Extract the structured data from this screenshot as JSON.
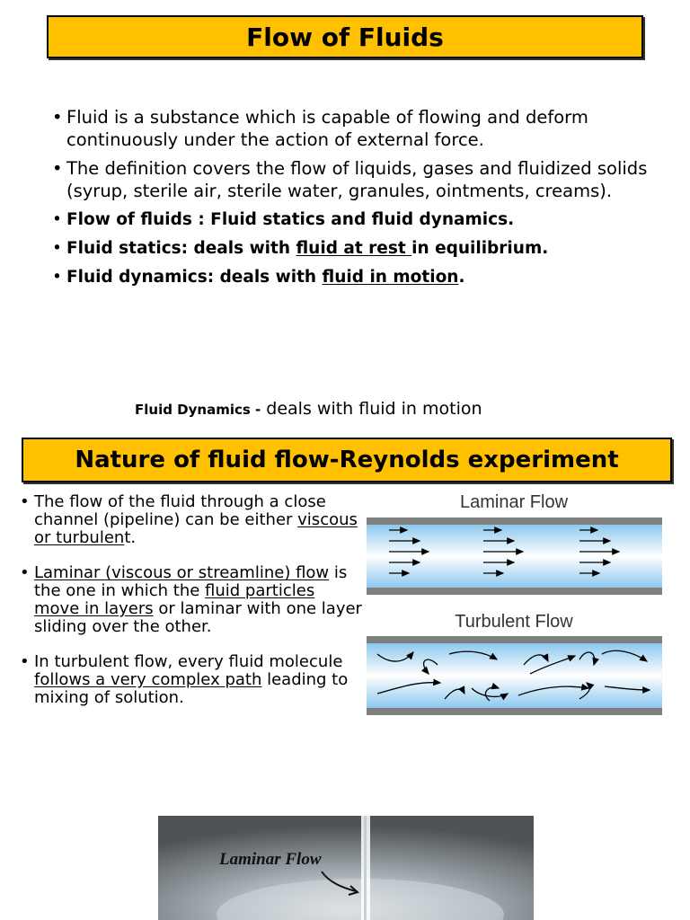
{
  "slide1": {
    "title": "Flow of Fluids",
    "b1": "Fluid is a substance which is capable of flowing and deform continuously under the action of external force.",
    "b2": "The definition covers the flow of liquids, gases and fluidized solids (syrup, sterile air, sterile water, granules, ointments, creams).",
    "b3": "Flow of fluids : Fluid statics and fluid dynamics.",
    "b4_pre": "Fluid statics: deals with ",
    "b4_u": "fluid at rest ",
    "b4_post": "in equilibrium.",
    "b5_pre": "Fluid dynamics: deals with ",
    "b5_u": "fluid in motion",
    "b5_post": "."
  },
  "caption": {
    "strong": "Fluid Dynamics -",
    "rest": " deals with fluid in motion"
  },
  "slide2": {
    "title": "Nature of fluid flow-Reynolds experiment",
    "b1_pre": "The flow of the fluid through a close channel (pipeline) can be either ",
    "b1_u": "viscous or turbulen",
    "b1_post": "t.",
    "b2_u1": "Laminar (viscous or streamline) flow",
    "b2_mid": " is the one in which the ",
    "b2_u2": "fluid particles move in layers",
    "b2_post": " or laminar with one layer sliding over the other.",
    "b3_pre": "In turbulent flow, every fluid molecule ",
    "b3_u": "follows a very complex path",
    "b3_post": " leading to mixing of solution.",
    "diagram_laminar_label": "Laminar Flow",
    "diagram_turbulent_label": "Turbulent Flow",
    "photo_label": "Laminar Flow"
  },
  "colors": {
    "banner": "#ffc000",
    "pipe_wall": "#7f7f7f",
    "pipe_fluid": "#a9d7f3"
  }
}
